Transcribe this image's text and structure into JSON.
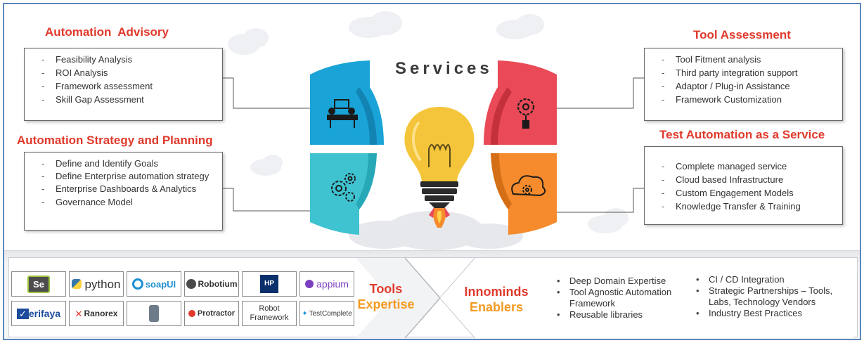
{
  "title": "Services",
  "sections": {
    "advisory": {
      "heading": "Automation  Advisory",
      "items": [
        "Feasibility Analysis",
        "ROI Analysis",
        "Framework assessment",
        "Skill Gap Assessment"
      ]
    },
    "strategy": {
      "heading": "Automation Strategy and Planning",
      "items": [
        "Define and Identify Goals",
        "Define Enterprise automation strategy",
        "Enterprise Dashboards & Analytics",
        "Governance Model"
      ]
    },
    "tool_assessment": {
      "heading": "Tool Assessment",
      "items": [
        "Tool Fitment analysis",
        "Third party integration support",
        "Adaptor / Plug-in Assistance",
        "Framework Customization"
      ]
    },
    "taas": {
      "heading": "Test Automation as a Service",
      "items": [
        "Complete managed service",
        "Cloud based Infrastructure",
        "Custom Engagement Models",
        "Knowledge Transfer & Training"
      ]
    }
  },
  "colors": {
    "heading_red": "#e0392b",
    "blue": "#1aa3d6",
    "cyan": "#3fc3d1",
    "red": "#ea4a57",
    "orange": "#f58b2c",
    "border_blue": "#5b86bf"
  },
  "icons": {
    "advisory": "meeting-icon",
    "strategy": "gears-icon",
    "tool_assessment": "gear-wrench-icon",
    "taas": "cloud-gear-icon",
    "center": "lightbulb-rocket-icon"
  },
  "tools": {
    "label_line1": "Tools",
    "label_line2": "Expertise",
    "logos": [
      "Se",
      "python",
      "soapUI",
      "Robotium",
      "HP",
      "appium",
      "erifaya",
      "Ranorex",
      "Robot Framework",
      "Protractor",
      "TestComplete"
    ]
  },
  "enablers": {
    "label_line1": "Innominds",
    "label_line2": "Enablers",
    "col1": [
      "Deep Domain Expertise",
      "Tool Agnostic Automation Framework",
      "Reusable libraries"
    ],
    "col2": [
      "CI / CD Integration",
      "Strategic Partnerships – Tools, Labs, Technology Vendors",
      "Industry Best Practices"
    ]
  }
}
